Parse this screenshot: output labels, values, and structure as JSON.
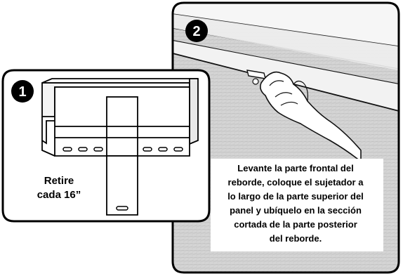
{
  "panel_two": {
    "step_number": "2",
    "caption_lines": [
      "Levante la parte frontal del",
      "reborde, coloque el sujetador a",
      "lo largo de la parte superior del",
      "panel y ubíquelo en la sección",
      "cortada de la parte posterior",
      "del reborde."
    ]
  },
  "panel_one": {
    "step_number": "1",
    "caption_lines": [
      "Retire",
      "cada 16”"
    ]
  }
}
